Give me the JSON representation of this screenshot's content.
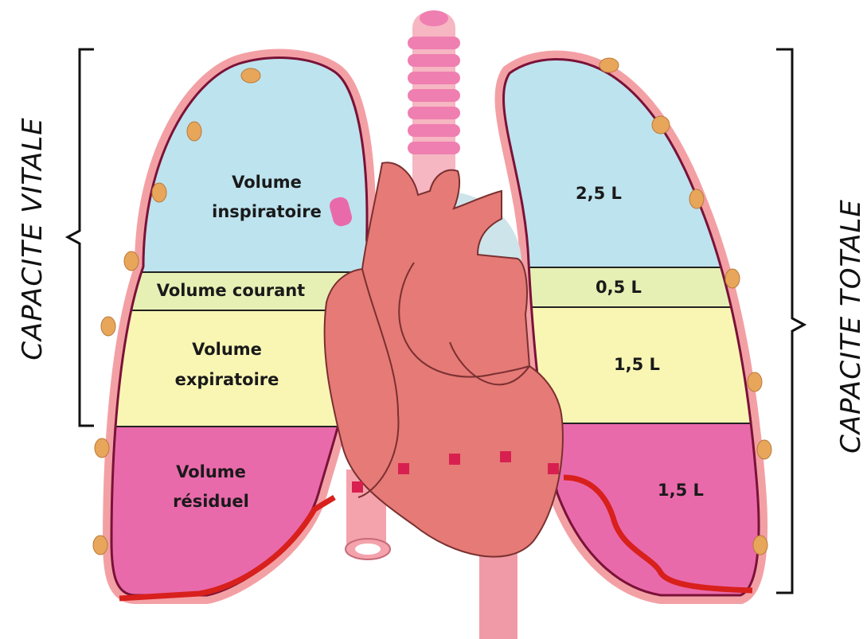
{
  "diagram": {
    "left_capacity_label": "CAPACITE VITALE",
    "right_capacity_label": "CAPACITE TOTALE",
    "left_lung": {
      "inspiratory": [
        "Volume",
        "inspiratoire"
      ],
      "tidal": [
        "Volume courant"
      ],
      "expiratory": [
        "Volume",
        "expiratoire"
      ],
      "residual": [
        "Volume",
        "résiduel"
      ]
    },
    "right_lung": {
      "inspiratory": "2,5 L",
      "tidal": "0,5 L",
      "expiratory": "1,5 L",
      "residual": "1,5 L"
    },
    "colors": {
      "inspiratory": "#bde3ee",
      "tidal": "#e6f0b4",
      "expiratory": "#f9f6b4",
      "residual": "#e96aab",
      "heart": "#e57a77",
      "trachea": "#ef8fb8",
      "pleura": "#f3a0a5",
      "outline": "#7a1238",
      "vessel": "#d8201c",
      "node": "#e8a65a"
    }
  }
}
